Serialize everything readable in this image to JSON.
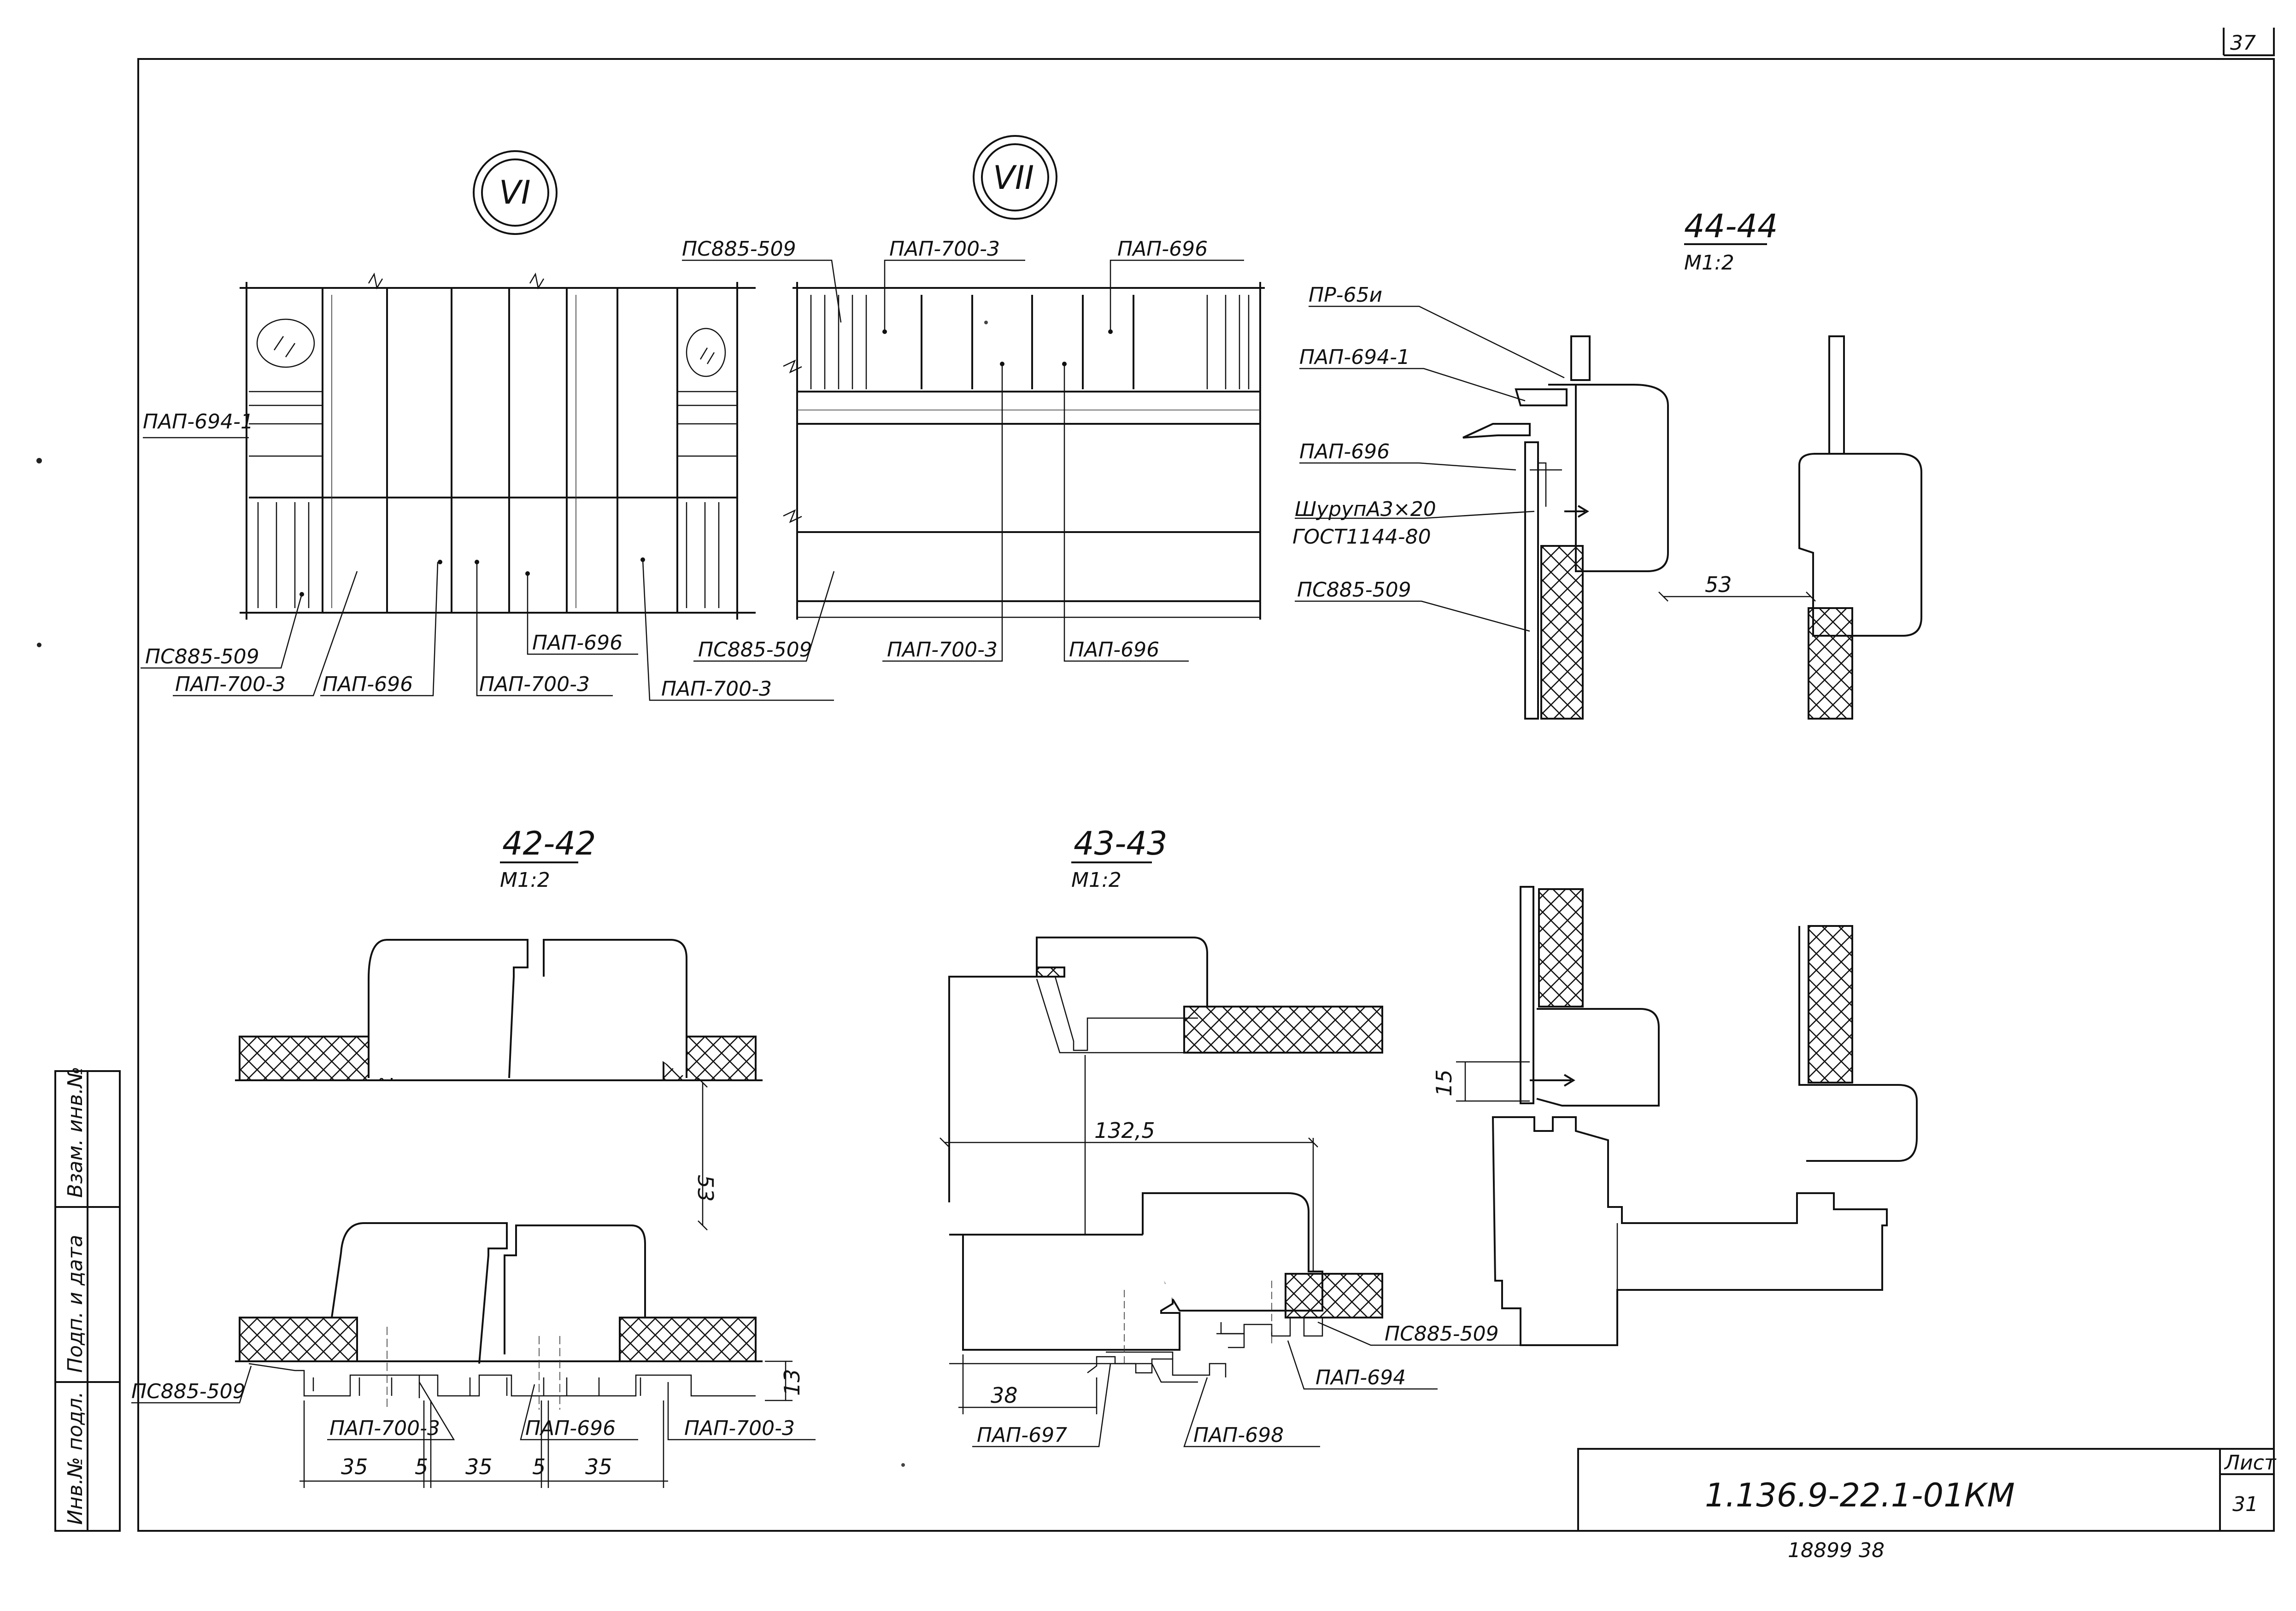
{
  "sheet": {
    "page_corner": "37",
    "drawing_code": "1.136.9-22.1-01КМ",
    "sheet_label": "Лист",
    "sheet_number": "31",
    "archive_number": "18899  38"
  },
  "margin_stamp": [
    "Инв.№ подл.",
    "Подп. и дата",
    "Взам. инв.№"
  ],
  "callouts": {
    "six": "VI",
    "seven": "VII"
  },
  "view6": {
    "left_side": "ПАП-694-1",
    "bottom": [
      "ПС885-509",
      "ПАП-700-3",
      "ПАП-696",
      "ПАП-700-3",
      "ПАП-696",
      "ПАП-700-3"
    ]
  },
  "view7": {
    "top": [
      "ПС885-509",
      "ПАП-700-3",
      "ПАП-696"
    ],
    "bottom": [
      "ПС885-509",
      "ПАП-700-3",
      "ПАП-696"
    ]
  },
  "section44": {
    "title": "44-44",
    "scale": "М1:2",
    "labels": [
      "ПР-65и",
      "ПАП-694-1",
      "ПАП-696",
      "ШурупА3×20",
      "ГОСТ1144-80",
      "ПС885-509"
    ],
    "dim": "53",
    "dim_lower": "15"
  },
  "section42": {
    "title": "42-42",
    "scale": "М1:2",
    "dim_vertical": "53",
    "dim_small": "13",
    "labels": [
      "ПС885-509",
      "ПАП-700-3",
      "ПАП-696",
      "ПАП-700-3"
    ],
    "dims": [
      "35",
      "5",
      "35",
      "5",
      "35"
    ]
  },
  "section43": {
    "title": "43-43",
    "scale": "М1:2",
    "dim_width": "132,5",
    "dim_small": "38",
    "labels": [
      "ПС885-509",
      "ПАП-694",
      "ПАП-697",
      "ПАП-698"
    ]
  }
}
